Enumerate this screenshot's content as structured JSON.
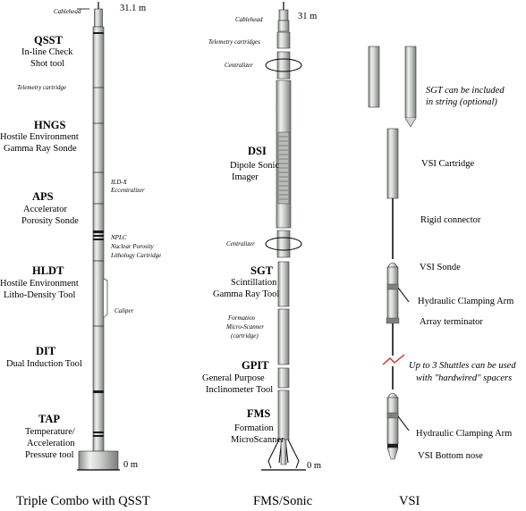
{
  "columns": {
    "triple": {
      "caption": "Triple Combo with QSST",
      "top_depth": "31.1 m",
      "bottom_depth": "0 m",
      "labels": {
        "cablehead": "Cablehead",
        "qsst_title": "QSST",
        "qsst_line1": "In-line Check",
        "qsst_line2": "Shot tool",
        "telemetry": "Telemetry cartridge",
        "hngs_title": "HNGS",
        "hngs_line1": "Hostile Environment",
        "hngs_line2": "Gamma Ray Sonde",
        "ildx_line1": "ILD-X",
        "ildx_line2": "Eccentralizer",
        "aps_title": "APS",
        "aps_line1": "Accelerator",
        "aps_line2": "Porosity Sonde",
        "nplc_line1": "NPLC",
        "nplc_line2": "Nuclear Porosity",
        "nplc_line3": "Lithology Cartridge",
        "hldt_title": "HLDT",
        "hldt_line1": "Hostile Environment",
        "hldt_line2": "Litho-Density Tool",
        "caliper": "Caliper",
        "dit_title": "DIT",
        "dit_line1": "Dual Induction Tool",
        "tap_title": "TAP",
        "tap_line1": "Temperature/",
        "tap_line2": "Acceleration",
        "tap_line3": "Pressure tool"
      }
    },
    "fms": {
      "caption": "FMS/Sonic",
      "top_depth": "31 m",
      "bottom_depth": "0 m",
      "labels": {
        "cablehead": "Cablehead",
        "telemetry": "Telemetry cartridges",
        "centralizer_top": "Centralizer",
        "dsi_title": "DSI",
        "dsi_line1": "Dipole Sonic",
        "dsi_line2": "Imager",
        "centralizer_mid": "Centralizer",
        "sgt_title": "SGT",
        "sgt_line1": "Scintillation",
        "sgt_line2": "Gamma Ray Tool",
        "fms_cart_line1": "Formation",
        "fms_cart_line2": "Micro-Scanner",
        "fms_cart_line3": "(cartridge)",
        "gpit_title": "GPIT",
        "gpit_line1": "General Purpose",
        "gpit_line2": "Inclinometer Tool",
        "fms_title": "FMS",
        "fms_line1": "Formation",
        "fms_line2": "MicroScanner"
      }
    },
    "vsi": {
      "caption": "VSI",
      "labels": {
        "sgt_note_line1": "SGT can be included",
        "sgt_note_line2": "in string (optional)",
        "cartridge": "VSI Cartridge",
        "rigid": "Rigid connector",
        "sonde": "VSI Sonde",
        "clamp1": "Hydraulic Clamping Arm",
        "terminator": "Array terminator",
        "shuttles_line1": "Up to 3 Shuttles can be used",
        "shuttles_line2": "with \"hardwired\" spacers",
        "clamp2": "Hydraulic Clamping Arm",
        "bottom_nose": "VSI Bottom nose"
      }
    }
  },
  "colors": {
    "tool_light": "#e6e8e6",
    "tool_mid": "#b9bcb9",
    "tool_dark": "#7e827e",
    "band": "#1c1c1c",
    "arrow": "#d42020"
  }
}
